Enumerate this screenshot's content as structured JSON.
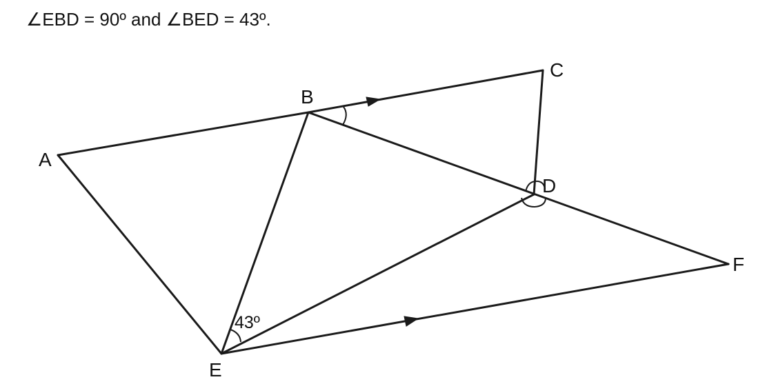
{
  "caption": "∠EBD = 90º and ∠BED = 43º.",
  "points": {
    "A": "A",
    "B": "B",
    "C": "C",
    "D": "D",
    "E": "E",
    "F": "F"
  },
  "angle_label_bed": "43º"
}
